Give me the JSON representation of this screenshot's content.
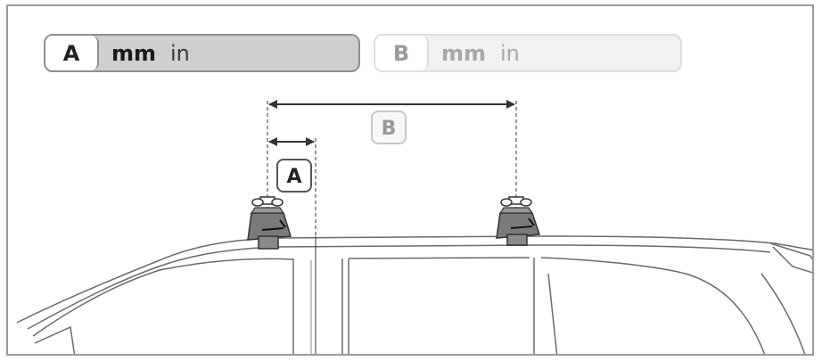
{
  "unit_toggle_a": {
    "letter": "A",
    "unit_mm": "mm",
    "unit_in": "in"
  },
  "unit_toggle_b": {
    "letter": "B",
    "unit_mm": "mm",
    "unit_in": "in"
  },
  "dimension_labels": {
    "a": "A",
    "b": "B"
  },
  "colors": {
    "line": "#333333",
    "foot": "#7a7a7a",
    "inactive": "#9a9a9a"
  }
}
